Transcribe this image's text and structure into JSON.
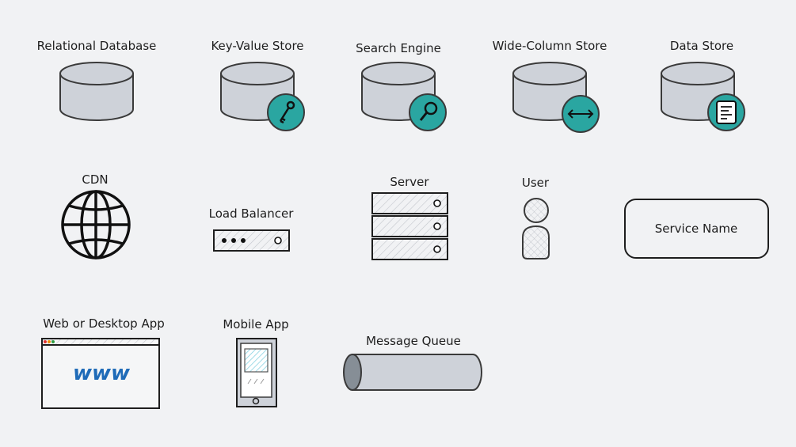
{
  "labels": {
    "relational_database": "Relational Database",
    "key_value_store": "Key-Value Store",
    "search_engine": "Search Engine",
    "wide_column_store": "Wide-Column Store",
    "data_store": "Data Store",
    "cdn": "CDN",
    "load_balancer": "Load Balancer",
    "server": "Server",
    "user": "User",
    "service_name": "Service Name",
    "web_or_desktop_app": "Web or Desktop App",
    "mobile_app": "Mobile App",
    "message_queue": "Message Queue",
    "www": "www"
  },
  "colors": {
    "background": "#f1f2f4",
    "cylinder_fill": "#ced2d9",
    "badge_fill": "#2aa6a1",
    "www_blue": "#1f6bb8",
    "hatch_cyan": "#7fcfe0"
  }
}
